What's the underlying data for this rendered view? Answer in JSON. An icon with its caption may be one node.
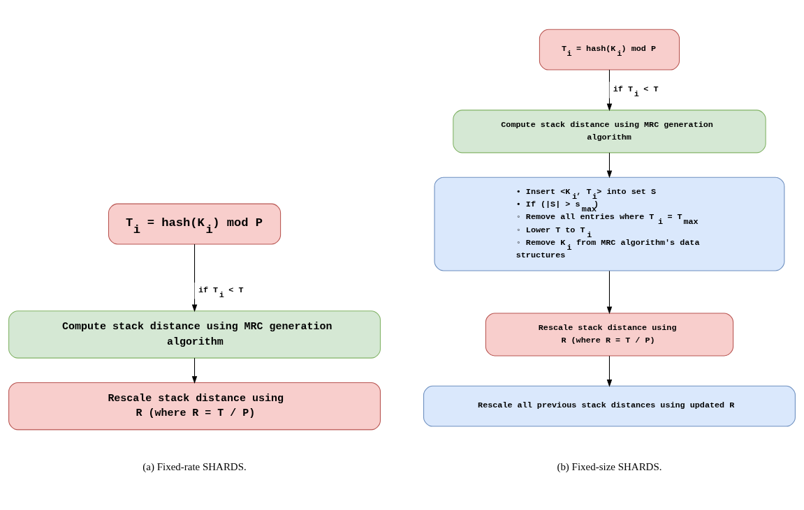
{
  "diagram": {
    "nodes": [
      {
        "text": [
          "T$_{i}$ = hash(K$_{i}$) mod P"
        ]
      },
      {
        "text": [
          "Compute stack distance using MRC generation algorithm"
        ]
      },
      {
        "text": [
          "Rescale stack distance using R (where R = T / P)"
        ]
      },
      {
        "text": [
          "T$_{i}$ = hash(K$_{i}$) mod P"
        ]
      },
      {
        "text": [
          "Compute stack distance using MRC generation algorithm"
        ]
      },
      {
        "text": [
          "• Insert <K$_{i}$, T$_{i}$> into set S",
          "• If (|S| > s$_{max}$)",
          "◦ Remove all entries where T$_{i}$ = T$_{max}$",
          "◦ Lower T to T$_{i}$",
          "◦ Remove K$_{i}$ from MRC algorithm's data structures"
        ]
      },
      {
        "text": [
          "Rescale stack distance using R (where R = T / P)"
        ]
      },
      {
        "text": [
          "Rescale all previous stack distances using updated R"
        ]
      }
    ],
    "edges": [
      {
        "from": 0,
        "to": 1,
        "arrow": "to",
        "label": "if T$_{i}$ < T"
      },
      {
        "from": 1,
        "to": 2,
        "arrow": "to"
      },
      {
        "from": 3,
        "to": 4,
        "arrow": "to",
        "label": "if T$_{i}$ < T"
      },
      {
        "from": 4,
        "to": 5,
        "arrow": "to"
      },
      {
        "from": 5,
        "to": 6,
        "arrow": "to"
      },
      {
        "from": 6,
        "to": 7,
        "arrow": "to"
      }
    ],
    "labels": [
      "(a) Fixed-rate SHARDS.",
      "(b) Fixed-size SHARDS."
    ]
  }
}
